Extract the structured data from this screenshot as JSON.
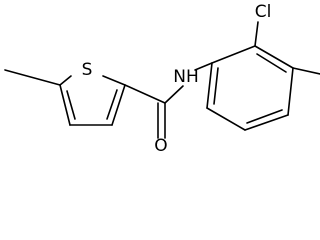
{
  "molecule": {
    "atoms": {
      "sulfur": "S",
      "amide_nitrogen": "NH",
      "carbonyl_oxygen": "O",
      "chlorine": "Cl"
    }
  },
  "colors": {
    "bond": "#000000",
    "label": "#000000",
    "background": "#ffffff"
  }
}
